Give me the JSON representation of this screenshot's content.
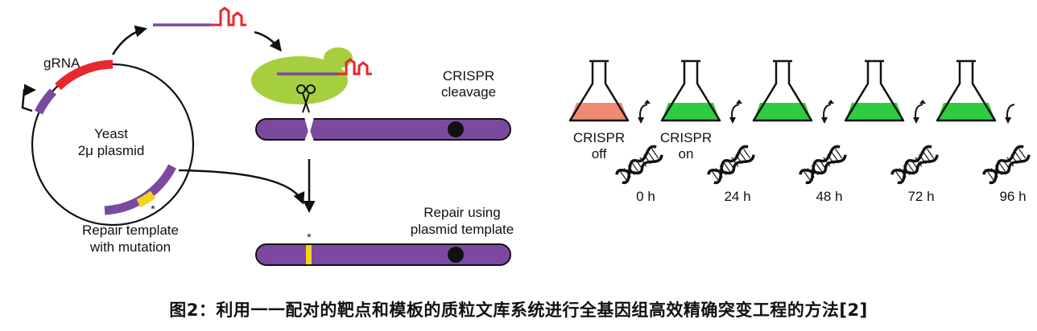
{
  "labels": {
    "grna": "gRNA",
    "plasmid_line1": "Yeast",
    "plasmid_line2": "2μ plasmid",
    "repair_template_line1": "Repair template",
    "repair_template_line2": "with mutation",
    "cleavage_line1": "CRISPR",
    "cleavage_line2": "cleavage",
    "repair_line1": "Repair using",
    "repair_line2": "plasmid template",
    "mutation_mark": "*"
  },
  "timecourse": {
    "crispr_off_line1": "CRISPR",
    "crispr_off_line2": "off",
    "crispr_on_line1": "CRISPR",
    "crispr_on_line2": "on",
    "times": [
      "0 h",
      "24 h",
      "48 h",
      "72 h",
      "96 h"
    ],
    "flask_colors": [
      "#f08a72",
      "#2ecc40",
      "#2ecc40",
      "#2ecc40",
      "#2ecc40"
    ]
  },
  "colors": {
    "chromosome": "#7b4aa0",
    "grna": "#e8262e",
    "cas9": "#a6cf3f",
    "mutation": "#f2d31a"
  },
  "caption": "图2：利用一一配对的靶点和模板的质粒文库系统进行全基因组高效精确突变工程的方法[2]"
}
